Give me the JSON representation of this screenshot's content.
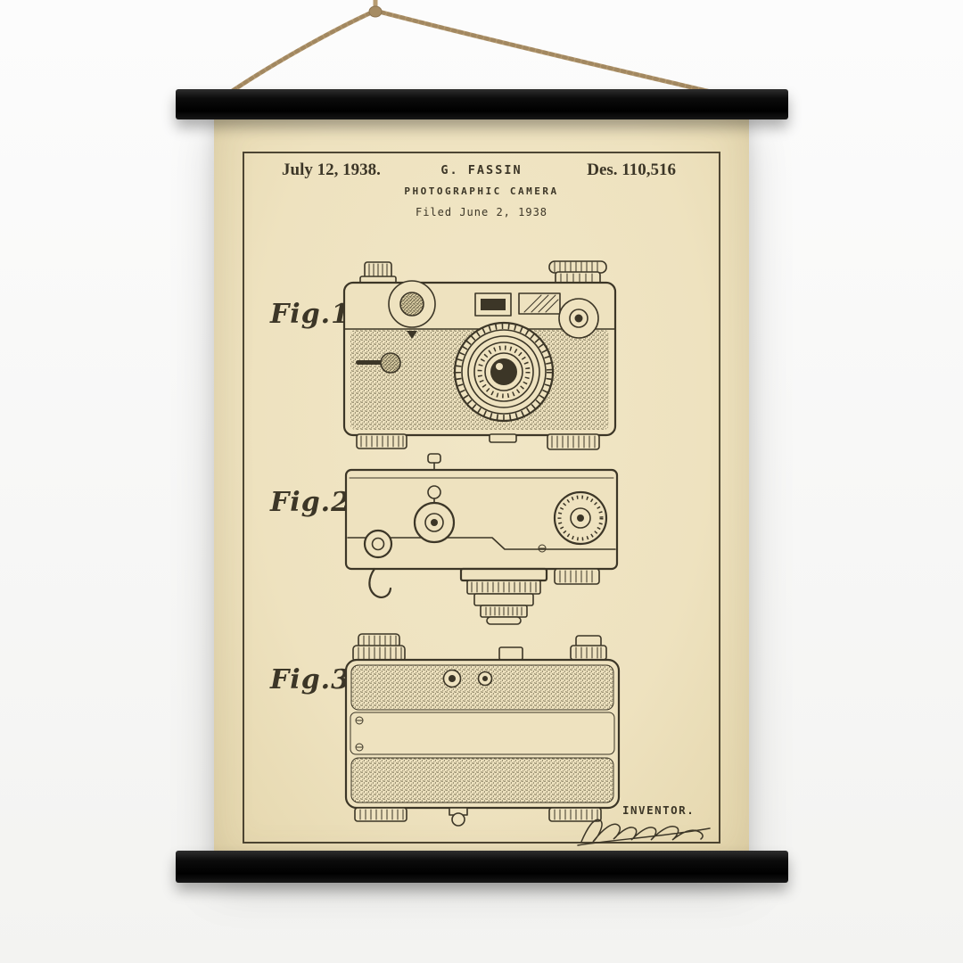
{
  "poster": {
    "header": {
      "date": "July 12, 1938.",
      "inventor": "G. FASSIN",
      "title": "PHOTOGRAPHIC CAMERA",
      "filed": "Filed June 2, 1938",
      "patent_number": "Des. 110,516"
    },
    "figures": [
      {
        "label": "Fig.1",
        "view": "front elevation of camera"
      },
      {
        "label": "Fig.2",
        "view": "top plan of camera with lens barrel"
      },
      {
        "label": "Fig.3",
        "view": "rear elevation of camera"
      }
    ],
    "inventor_block": {
      "label": "INVENTOR."
    },
    "colors": {
      "wall": "#fcfcfc",
      "paper": "#eee2bf",
      "ink": "#3c3627",
      "bar": "#0c0c0c",
      "string": "#b79c72"
    }
  }
}
